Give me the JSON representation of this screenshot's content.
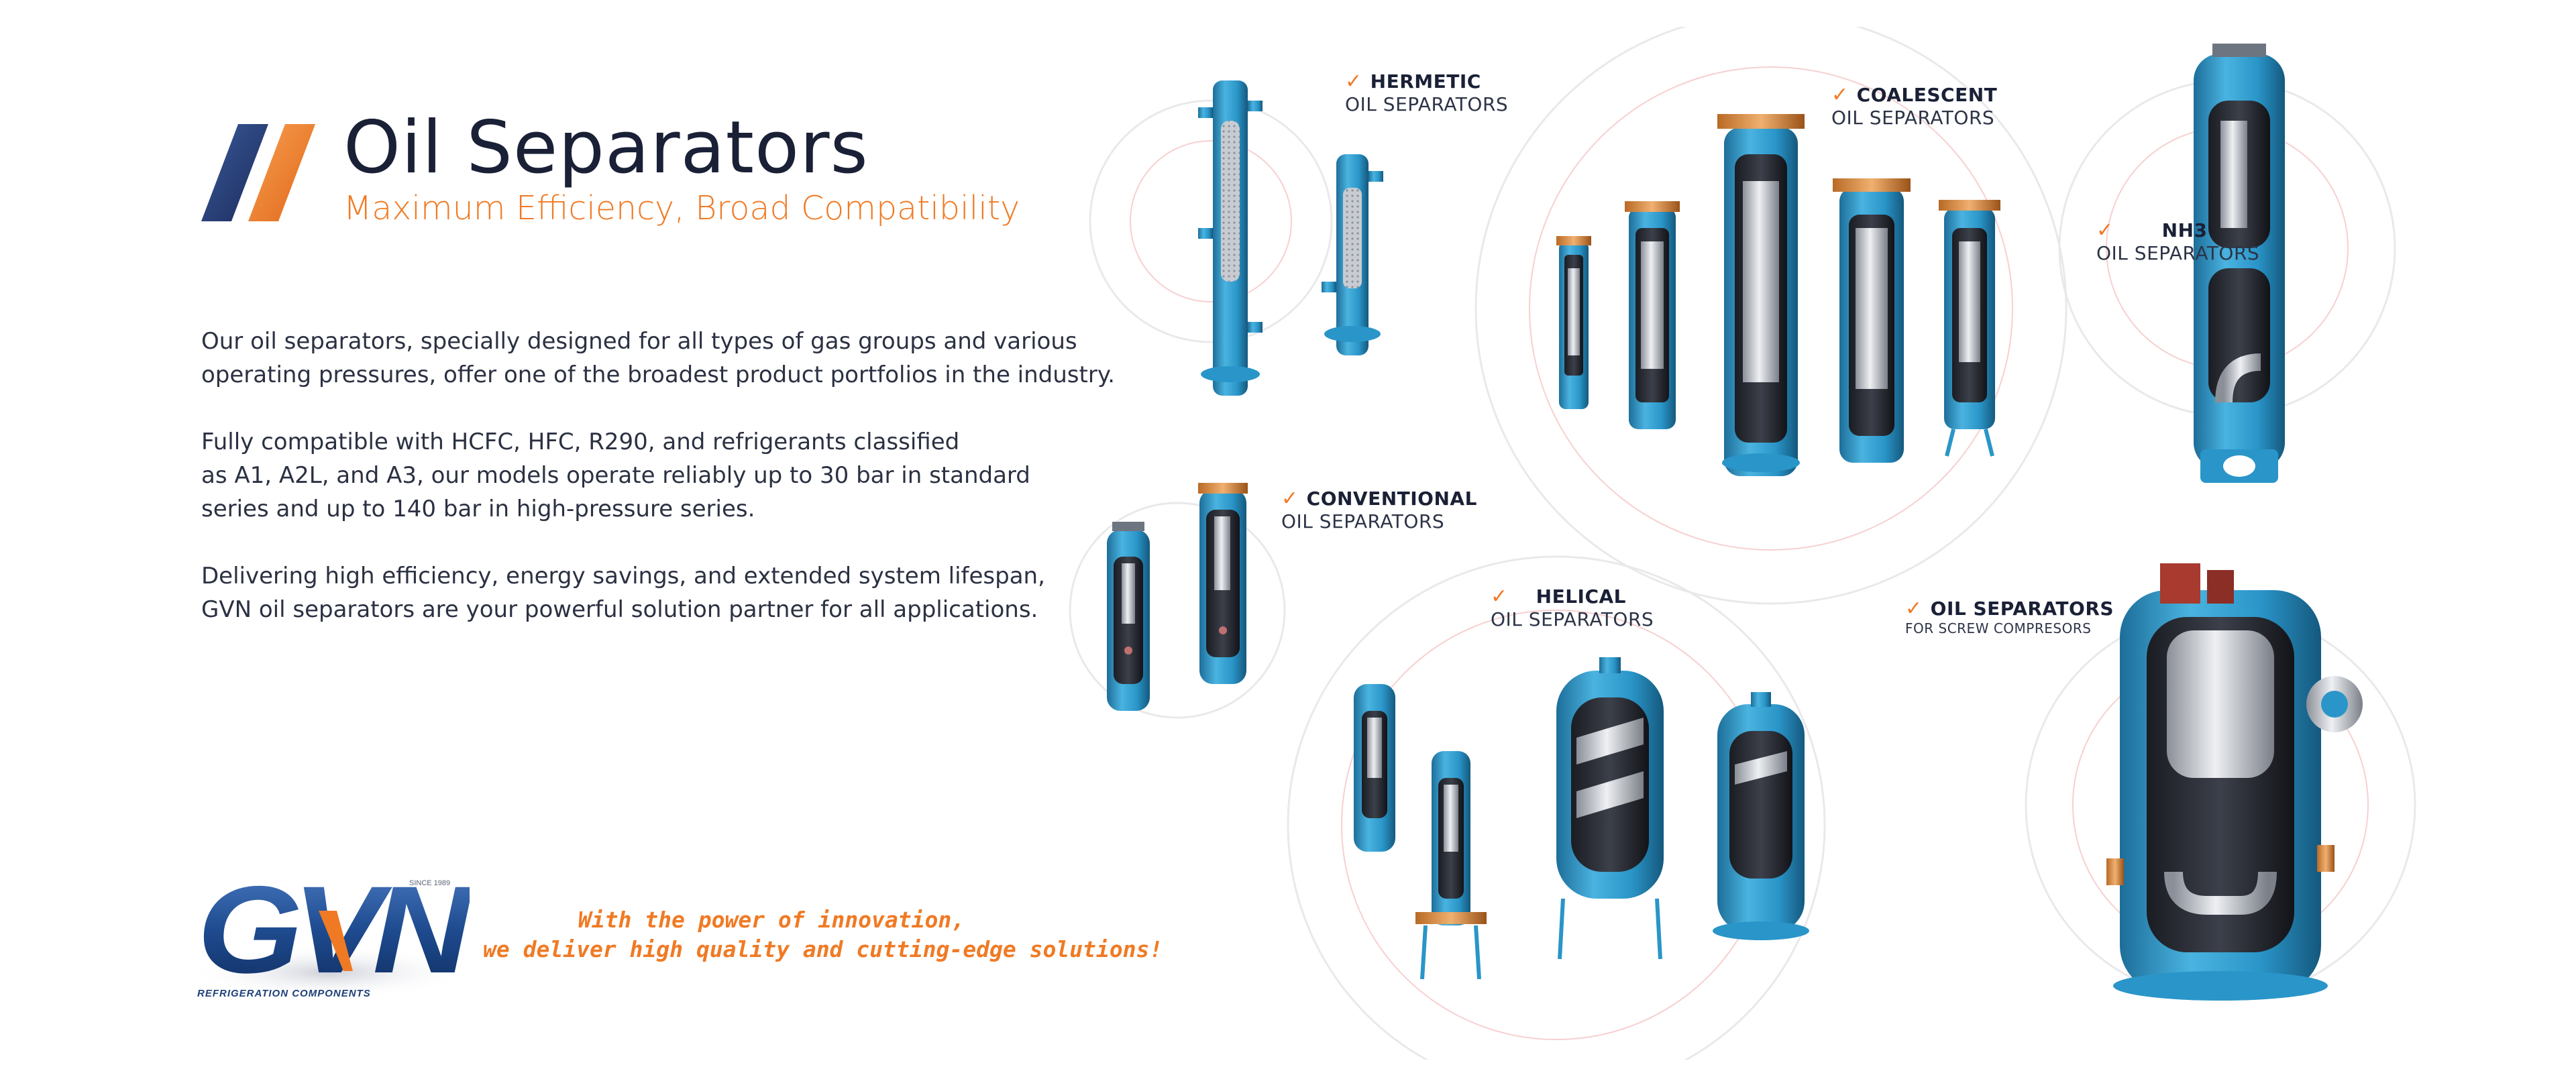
{
  "header": {
    "title": "Oil Separators",
    "subtitle": "Maximum Efficiency, Broad Compatibility"
  },
  "intro": {
    "p1": [
      "Our oil separators, specially designed for all types of gas groups and various",
      "operating pressures, offer one of the broadest product portfolios in the industry."
    ],
    "p2": [
      "Fully compatible with HCFC, HFC, R290, and refrigerants classified",
      "as A1, A2L, and A3, our models operate reliably up to 30 bar in standard",
      "series and up to 140 bar in high-pressure series."
    ],
    "p3": [
      "Delivering high efficiency, energy savings, and extended system lifespan,",
      "GVN oil separators are your powerful solution partner for all applications."
    ]
  },
  "logo": {
    "letters": "GVN",
    "since": "SINCE 1989",
    "tagline": "REFRIGERATION COMPONENTS"
  },
  "slogan": [
    "With the power of innovation,",
    "we deliver high quality and cutting-edge solutions!"
  ],
  "products": {
    "hermetic": {
      "line1": "HERMETIC",
      "line2": "OIL SEPARATORS"
    },
    "coalescent": {
      "line1": "COALESCENT",
      "line2": "OIL SEPARATORS"
    },
    "nh3": {
      "line1": "NH3",
      "line2": "OIL SEPARATORS"
    },
    "conventional": {
      "line1": "CONVENTIONAL",
      "line2": "OIL SEPARATORS"
    },
    "helical": {
      "line1": "HELICAL",
      "line2": "OIL SEPARATORS"
    },
    "screw": {
      "line1": "OIL SEPARATORS",
      "line2": "FOR SCREW COMPRESORS"
    }
  },
  "colors": {
    "accent": "#f07a24",
    "navy": "#1a2036",
    "product_blue": "#2a95c8",
    "logo_blue": "#1e4b8f"
  },
  "check_icon": "✓"
}
